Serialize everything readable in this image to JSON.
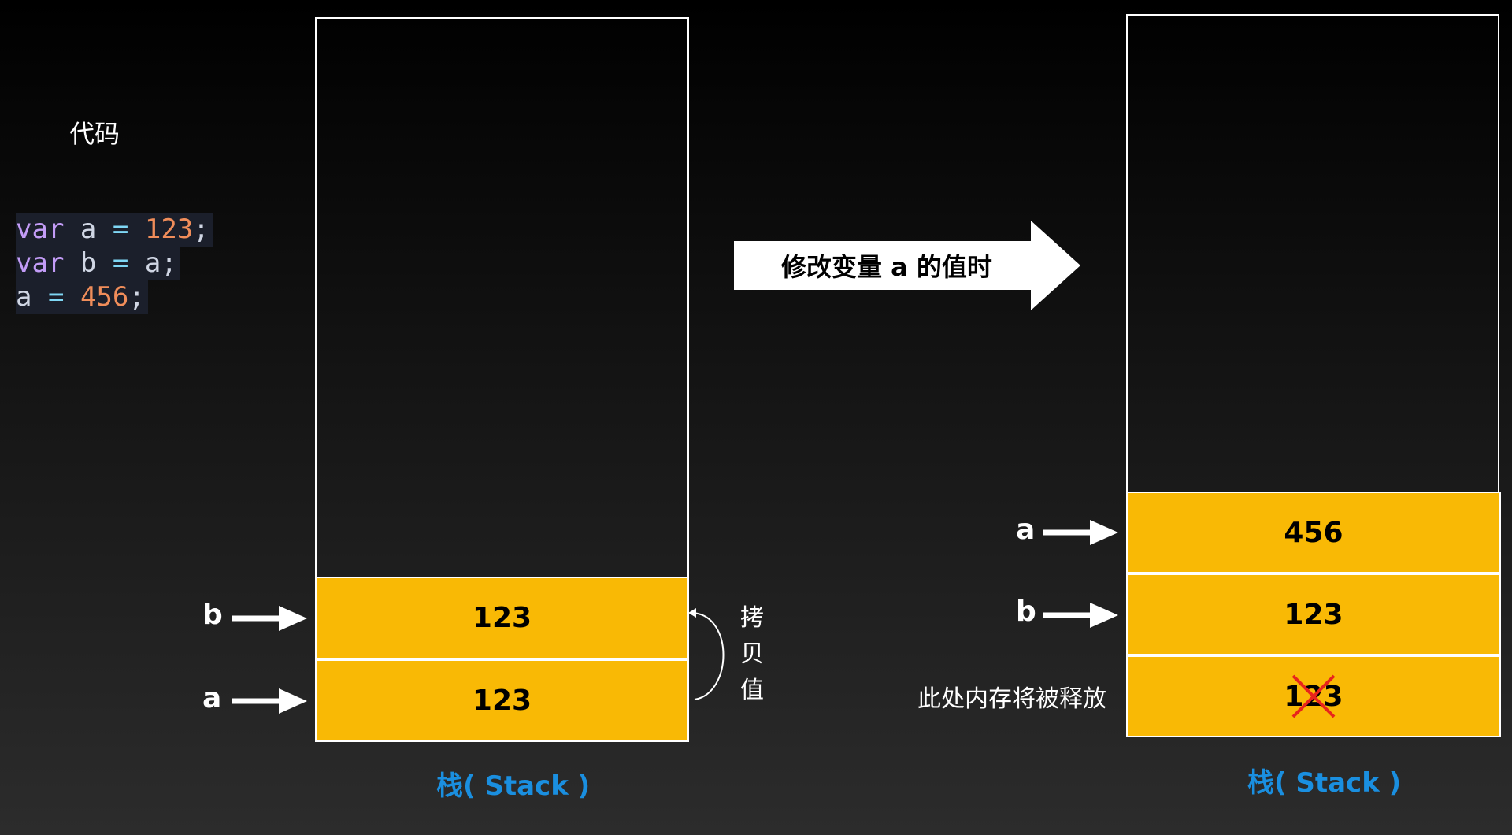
{
  "code": {
    "title": "代码",
    "lines": [
      [
        [
          "kw",
          "var"
        ],
        [
          "sp",
          " "
        ],
        [
          "id",
          "a"
        ],
        [
          "sp",
          " "
        ],
        [
          "op",
          "="
        ],
        [
          "sp",
          " "
        ],
        [
          "num",
          "123"
        ],
        [
          "pn",
          ";"
        ]
      ],
      [
        [
          "kw",
          "var"
        ],
        [
          "sp",
          " "
        ],
        [
          "id",
          "b"
        ],
        [
          "sp",
          " "
        ],
        [
          "op",
          "="
        ],
        [
          "sp",
          " "
        ],
        [
          "id",
          "a"
        ],
        [
          "pn",
          ";"
        ]
      ],
      [
        [
          "id",
          "a"
        ],
        [
          "sp",
          " "
        ],
        [
          "op",
          "="
        ],
        [
          "sp",
          " "
        ],
        [
          "num",
          "456"
        ],
        [
          "pn",
          ";"
        ]
      ]
    ]
  },
  "left_stack": {
    "label": "栈( Stack )",
    "cells": [
      {
        "pointer": "b",
        "value": "123"
      },
      {
        "pointer": "a",
        "value": "123"
      }
    ],
    "copy_note": [
      "拷",
      "贝",
      "值"
    ]
  },
  "transition": {
    "text": "修改变量 a 的值时"
  },
  "right_stack": {
    "label": "栈( Stack )",
    "cells": [
      {
        "pointer": "a",
        "value": "456"
      },
      {
        "pointer": "b",
        "value": "123"
      },
      {
        "pointer": "",
        "value": "123",
        "freed": true
      }
    ],
    "freed_note": "此处内存将被释放"
  },
  "colors": {
    "cell_fill": "#f9b905",
    "stack_label": "#1a8fe0",
    "cross": "#e8241c"
  }
}
